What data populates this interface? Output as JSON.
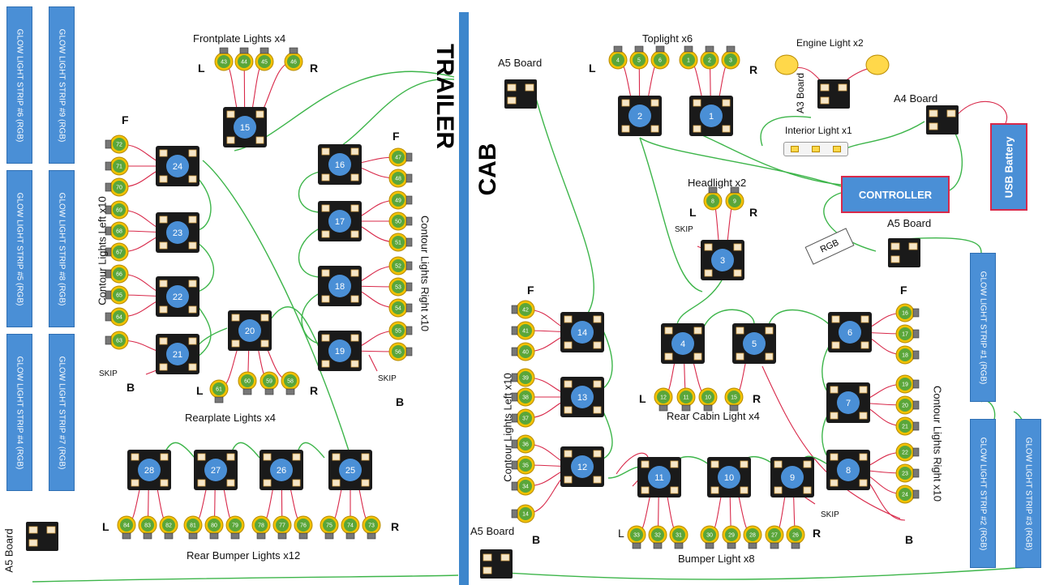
{
  "titles": {
    "trailer": "TRAILER",
    "cab": "CAB"
  },
  "labels": {
    "frontplate": "Frontplate Lights x4",
    "toplight": "Toplight x6",
    "engine": "Engine Light x2",
    "interior": "Interior Light x1",
    "headlight": "Headlight x2",
    "contour_left_trailer": "Contour Lights Left x10",
    "contour_right_trailer": "Contour Lights Right x10",
    "contour_left_cab": "Contour Lights Left x10",
    "contour_right_cab": "Contour Lights Right x10",
    "rearplate": "Rearplate Lights x4",
    "rear_bumper": "Rear Bumper Lights x12",
    "rear_cabin": "Rear Cabin Light x4",
    "bumper": "Bumper Light x8",
    "controller": "CONTROLLER",
    "usb": "USB Battery",
    "rgb": "RGB",
    "a5_trailer_top": "A5 Board",
    "a5_cab_top": "A5 Board",
    "a5_bottom_left": "A5 Board",
    "a5_bottom_mid": "A5 Board",
    "a4": "A4 Board",
    "a3": "A3 Board",
    "skip": "SKIP",
    "L": "L",
    "R": "R",
    "F": "F",
    "B": "B"
  },
  "strips": [
    "GLOW LIGHT STRIP #6 (RGB)",
    "GLOW LIGHT STRIP #9 (RGB)",
    "GLOW LIGHT STRIP #5 (RGB)",
    "GLOW LIGHT STRIP #8 (RGB)",
    "GLOW LIGHT STRIP #4 (RGB)",
    "GLOW LIGHT STRIP #7 (RGB)",
    "GLOW LIGHT STRIP #1 (RGB)",
    "GLOW LIGHT STRIP #2 (RGB)",
    "GLOW LIGHT STRIP #3 (RGB)"
  ],
  "boards": [
    "1",
    "2",
    "3",
    "4",
    "5",
    "6",
    "7",
    "8",
    "9",
    "10",
    "11",
    "12",
    "13",
    "14",
    "15",
    "16",
    "17",
    "18",
    "19",
    "20",
    "21",
    "22",
    "23",
    "24",
    "25",
    "26",
    "27",
    "28"
  ],
  "bulbs": [
    "1",
    "2",
    "3",
    "4",
    "5",
    "6",
    "8",
    "9",
    "10",
    "11",
    "12",
    "14",
    "15",
    "16",
    "17",
    "18",
    "19",
    "20",
    "21",
    "22",
    "23",
    "24",
    "26",
    "27",
    "28",
    "29",
    "30",
    "31",
    "32",
    "33",
    "34",
    "35",
    "36",
    "37",
    "38",
    "39",
    "40",
    "41",
    "42",
    "43",
    "44",
    "45",
    "46",
    "47",
    "48",
    "49",
    "50",
    "51",
    "52",
    "53",
    "54",
    "55",
    "56",
    "58",
    "59",
    "60",
    "61",
    "63",
    "64",
    "65",
    "66",
    "67",
    "68",
    "69",
    "70",
    "71",
    "72",
    "73",
    "74",
    "75",
    "76",
    "77",
    "78",
    "79",
    "80",
    "81",
    "82",
    "83",
    "84"
  ],
  "colors": {
    "wire_red": "#d8294a",
    "wire_green": "#3db54a",
    "board": "#1a1a1a",
    "board_circle": "#4a8fd6",
    "bulb_yellow": "#f2c200",
    "bulb_green": "#5aa63a",
    "strip_blue": "#4a8fd6"
  }
}
